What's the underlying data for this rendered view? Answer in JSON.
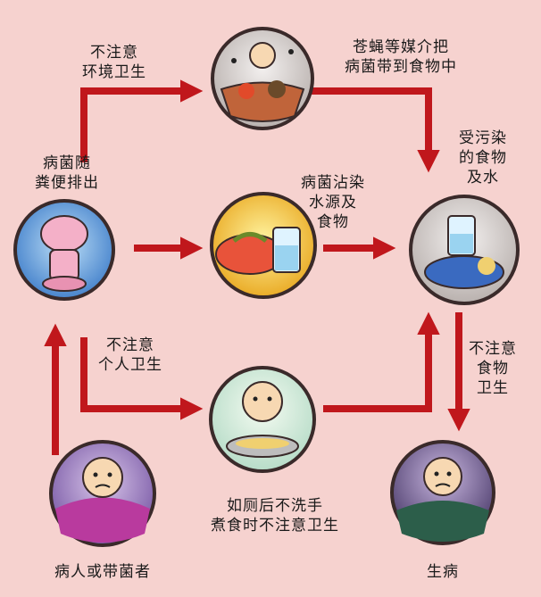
{
  "colors": {
    "background": "#f6d2cf",
    "arrow": "#c0171c",
    "circle_border": "#3a2a2a"
  },
  "nodes": [
    {
      "id": "sick-person",
      "label": "病人或带菌者",
      "icon": "sick-person-icon"
    },
    {
      "id": "toilet",
      "label": "病菌随\n粪便排出",
      "icon": "toilet-icon"
    },
    {
      "id": "flies",
      "label": "苍蝇等媒介把\n病菌带到食物中",
      "icon": "flies-on-food-icon"
    },
    {
      "id": "water-food",
      "label": "病菌沾染\n水源及\n食物",
      "icon": "food-and-water-icon"
    },
    {
      "id": "dirty-hands",
      "label": "如厕后不洗手\n煮食时不注意卫生",
      "icon": "unwashed-hands-cooking-icon"
    },
    {
      "id": "contaminated",
      "label": "受污染\n的食物\n及水",
      "icon": "contaminated-food-icon"
    },
    {
      "id": "ill",
      "label": "生病",
      "icon": "ill-person-icon"
    }
  ],
  "edge_labels": {
    "env_hygiene": "不注意\n环境卫生",
    "personal_hygiene": "不注意\n个人卫生",
    "food_hygiene": "不注意\n食物\n卫生"
  }
}
